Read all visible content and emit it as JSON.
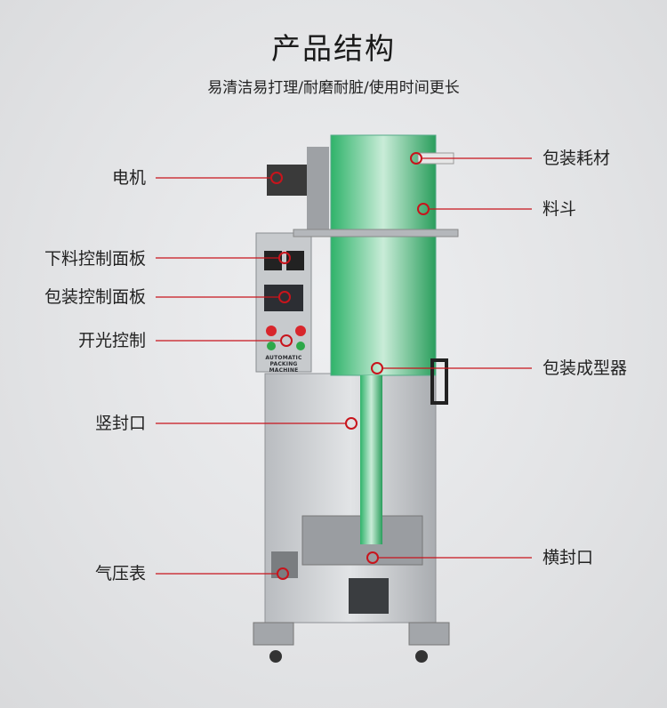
{
  "header": {
    "title": "产品结构",
    "subtitle": "易清洁易打理/耐磨耐脏/使用时间更长"
  },
  "accent_color": "#c8141c",
  "labels_left": [
    {
      "text": "电机"
    },
    {
      "text": "下料控制面板"
    },
    {
      "text": "包装控制面板"
    },
    {
      "text": "开光控制"
    },
    {
      "text": "竖封口"
    },
    {
      "text": "气压表"
    }
  ],
  "labels_right": [
    {
      "text": "包装耗材"
    },
    {
      "text": "料斗"
    },
    {
      "text": "包装成型器"
    },
    {
      "text": "横封口"
    }
  ],
  "machine_plate": "AUTOMATIC PACKING MACHINE"
}
